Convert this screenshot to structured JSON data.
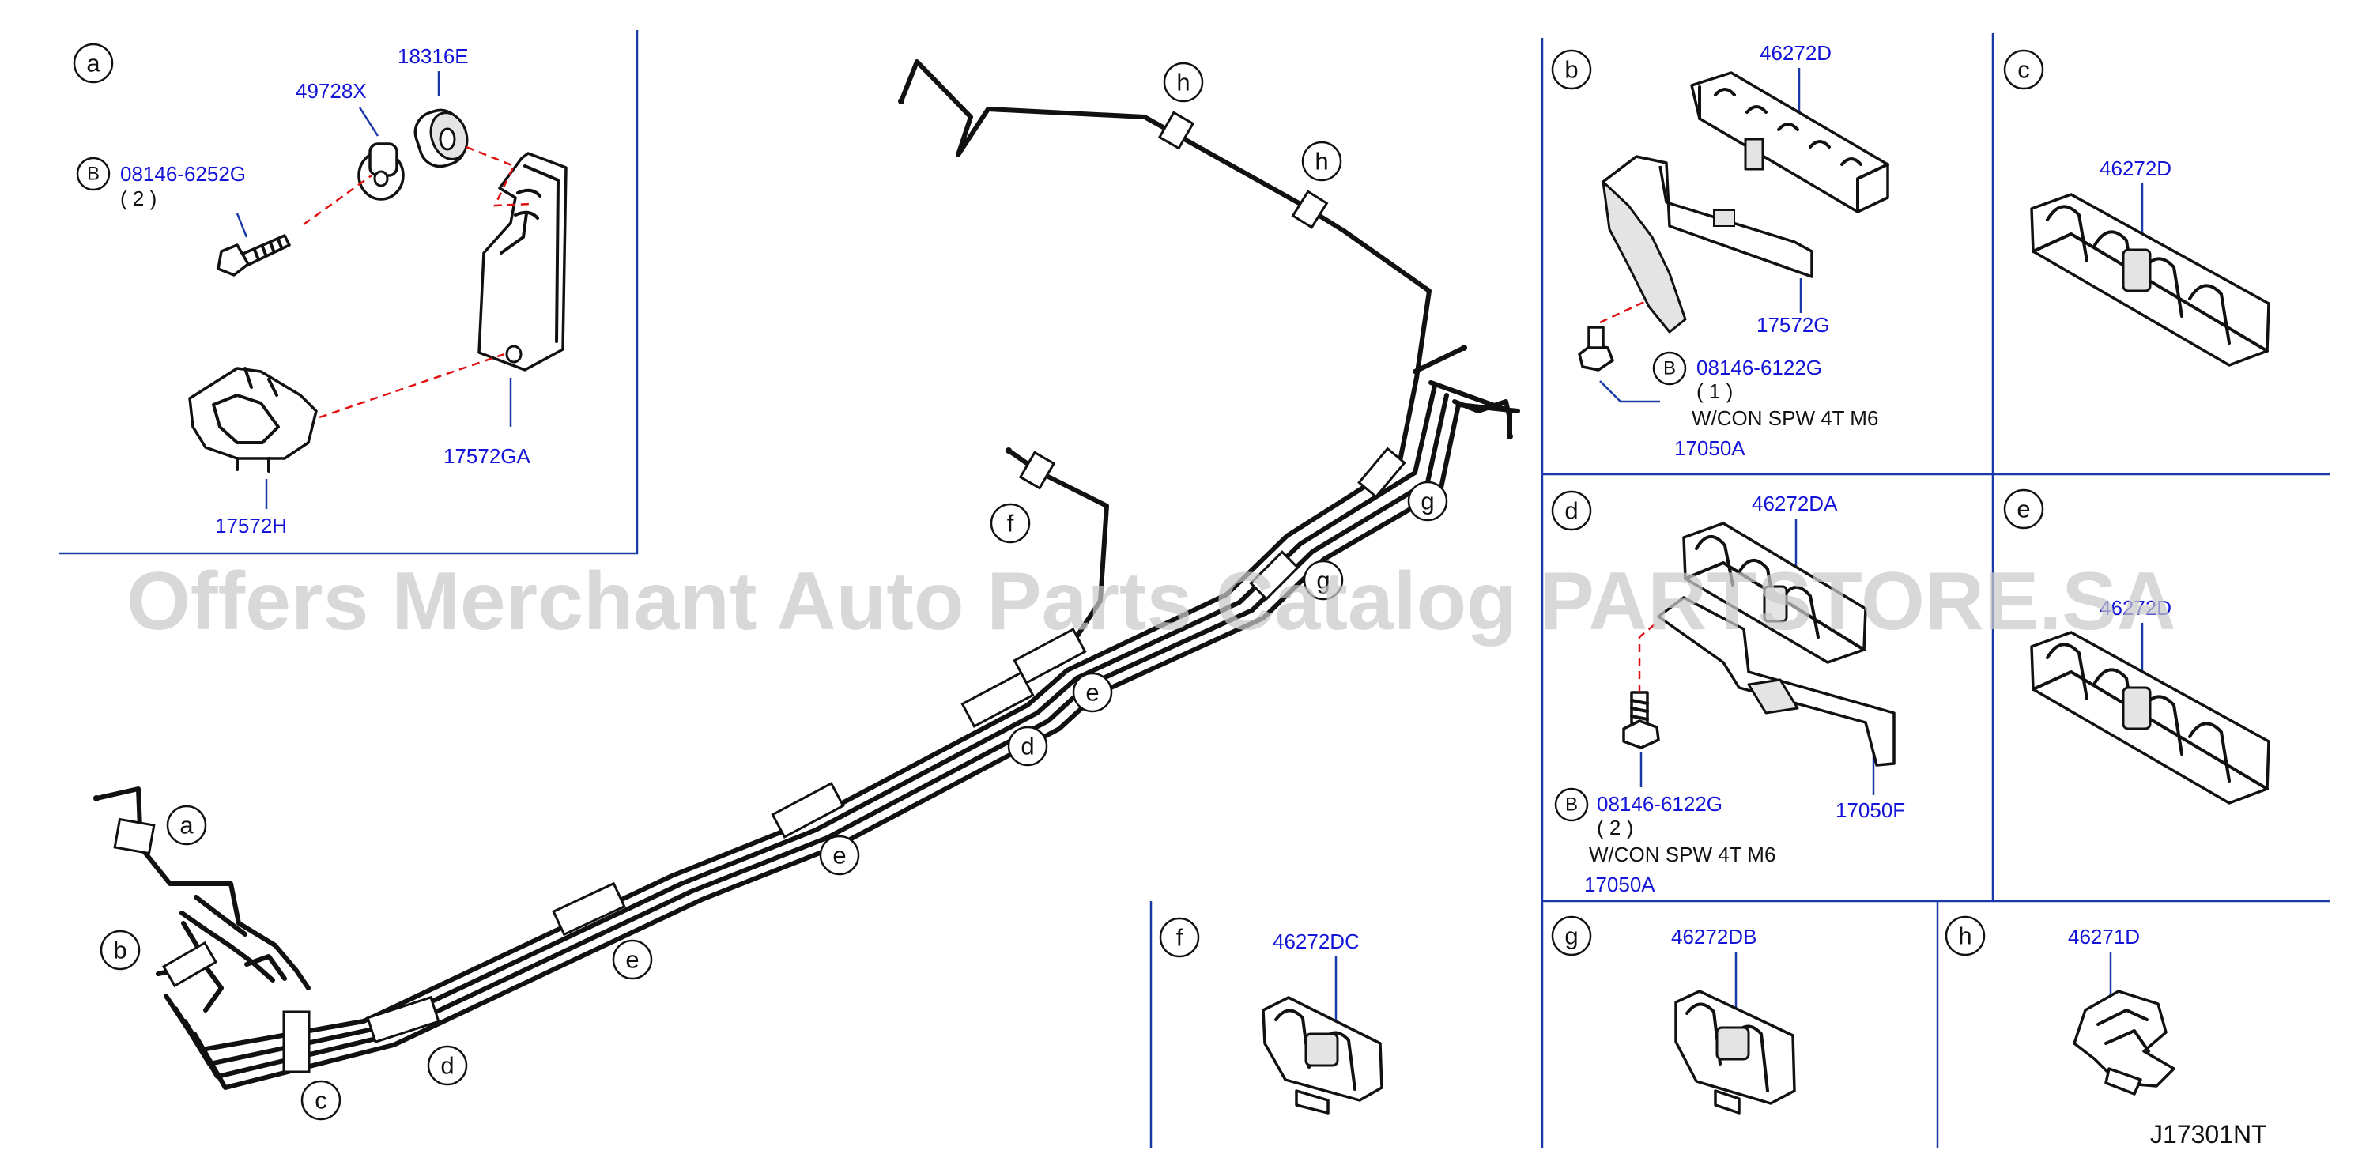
{
  "watermark": "Offers Merchant Auto Parts Catalog PARTSTORE.SA",
  "diagram_code": "J17301NT",
  "callouts": {
    "a": "a",
    "b": "b",
    "c": "c",
    "d": "d",
    "e": "e",
    "f": "f",
    "g": "g",
    "h": "h"
  },
  "bolt_symbol": "B",
  "panels": {
    "a": {
      "parts": [
        "18316E",
        "49728X",
        "08146-6252G",
        "17572GA",
        "17572H"
      ],
      "qty": "( 2 )"
    },
    "b": {
      "parts": [
        "46272D",
        "17572G",
        "08146-6122G",
        "17050A"
      ],
      "qty": "( 1 )",
      "note": "W/CON   SPW   4T   M6"
    },
    "c": {
      "parts": [
        "46272D"
      ]
    },
    "d": {
      "parts": [
        "46272DA",
        "08146-6122G",
        "17050F",
        "17050A"
      ],
      "qty": "( 2 )",
      "note": "W/CON   SPW   4T   M6"
    },
    "e": {
      "parts": [
        "46272D"
      ]
    },
    "f": {
      "parts": [
        "46272DC"
      ]
    },
    "g": {
      "parts": [
        "46272DB"
      ]
    },
    "h": {
      "parts": [
        "46271D"
      ]
    }
  }
}
